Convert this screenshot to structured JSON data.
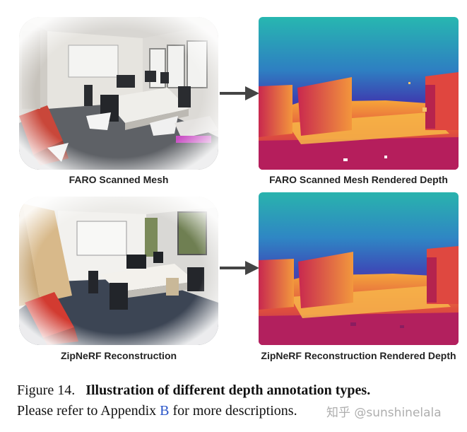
{
  "panels": {
    "top_left_caption": "FARO Scanned Mesh",
    "top_right_caption": "FARO Scanned Mesh Rendered Depth",
    "bottom_left_caption": "ZipNeRF Reconstruction",
    "bottom_right_caption": "ZipNeRF Reconstruction Rendered Depth"
  },
  "figure_caption": {
    "label": "Figure 14.",
    "title": "Illustration of different depth annotation types.",
    "text_before_link": "Please refer to Appendix ",
    "link_text": "B",
    "text_after_link": " for more descriptions."
  },
  "watermark": "知乎 @sunshinelala"
}
